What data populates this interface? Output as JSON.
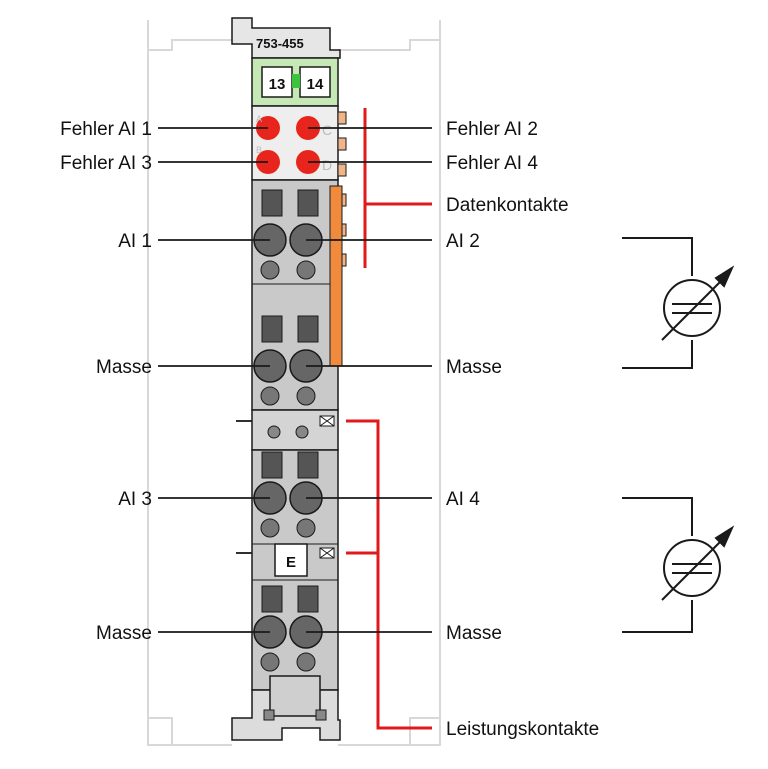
{
  "module": {
    "part_number": "753-455",
    "terminal_left": "13",
    "terminal_right": "14",
    "e_marker": "E",
    "led_letters": [
      "A",
      "C",
      "B",
      "D"
    ]
  },
  "labels": {
    "fehler_ai1": "Fehler AI 1",
    "fehler_ai2": "Fehler AI 2",
    "fehler_ai3": "Fehler AI 3",
    "fehler_ai4": "Fehler AI 4",
    "datenkontakte": "Datenkontakte",
    "ai1": "AI 1",
    "ai2": "AI 2",
    "masse_left_1": "Masse",
    "masse_right_1": "Masse",
    "ai3": "AI 3",
    "ai4": "AI 4",
    "masse_left_2": "Masse",
    "masse_right_2": "Masse",
    "leistungskontakte": "Leistungskontakte"
  },
  "colors": {
    "led_red": "#e8251d",
    "housing_gray": "#c9c9c9",
    "green_top": "#c6e8b4",
    "orange_contact": "#f08a3c",
    "red_line": "#e0191b",
    "outline": "#1a1a1a"
  }
}
